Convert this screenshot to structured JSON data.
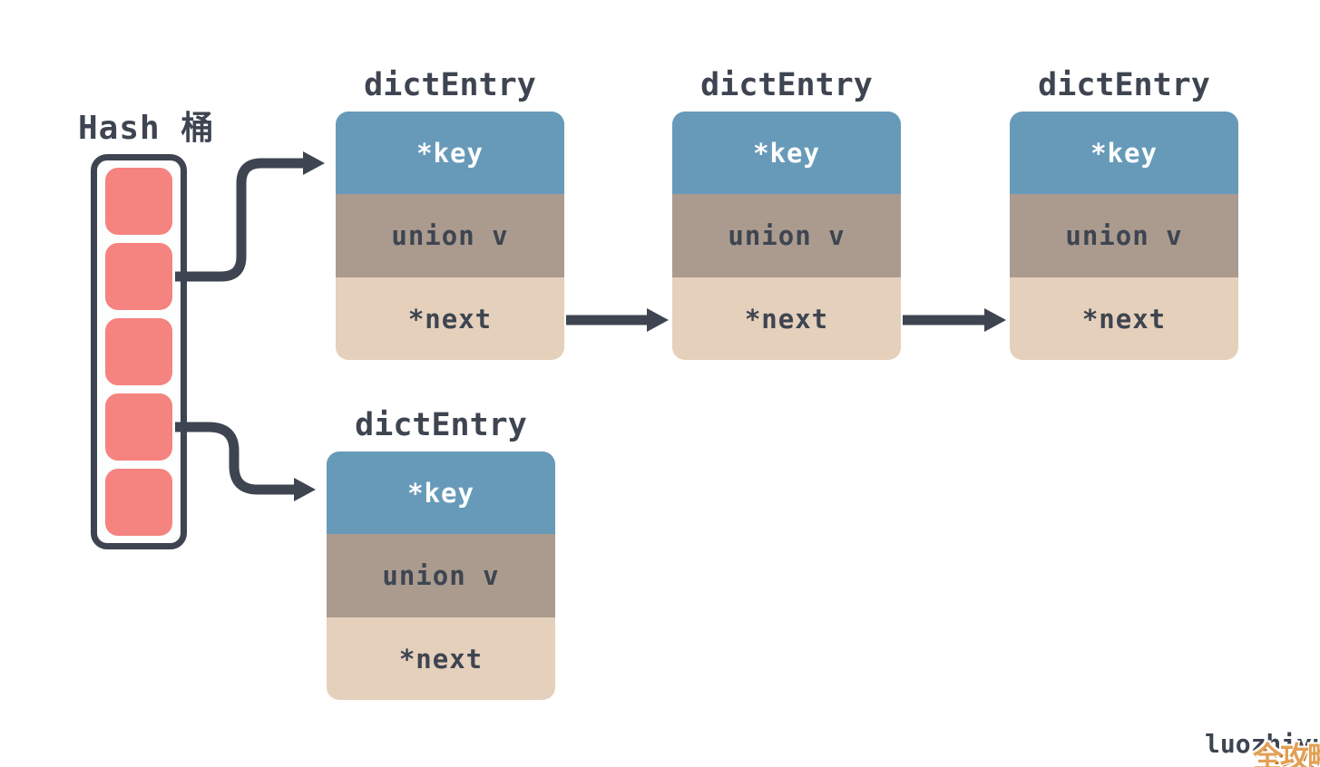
{
  "bucket": {
    "label": "Hash 桶",
    "slot_count": 5
  },
  "entries": [
    {
      "title": "dictEntry",
      "key_label": "*key",
      "union_label": "union v",
      "next_label": "*next"
    },
    {
      "title": "dictEntry",
      "key_label": "*key",
      "union_label": "union v",
      "next_label": "*next"
    },
    {
      "title": "dictEntry",
      "key_label": "*key",
      "union_label": "union v",
      "next_label": "*next"
    },
    {
      "title": "dictEntry",
      "key_label": "*key",
      "union_label": "union v",
      "next_label": "*next"
    }
  ],
  "links": [
    {
      "from": "bucket-slot-2",
      "to": "entry-1-key"
    },
    {
      "from": "entry-1-next",
      "to": "entry-2"
    },
    {
      "from": "entry-2-next",
      "to": "entry-3"
    },
    {
      "from": "bucket-slot-4",
      "to": "entry-4-key"
    }
  ],
  "watermark": {
    "author": "luozhiyun",
    "overlay": "全攻略"
  },
  "colors": {
    "outline": "#3e4551",
    "slot": "#f5837f",
    "key-bg": "#679ab9",
    "union-bg": "#aa9b8e",
    "next-bg": "#e5d0bc",
    "key-text": "#ffffff",
    "watermark-orange": "#e2a055"
  }
}
